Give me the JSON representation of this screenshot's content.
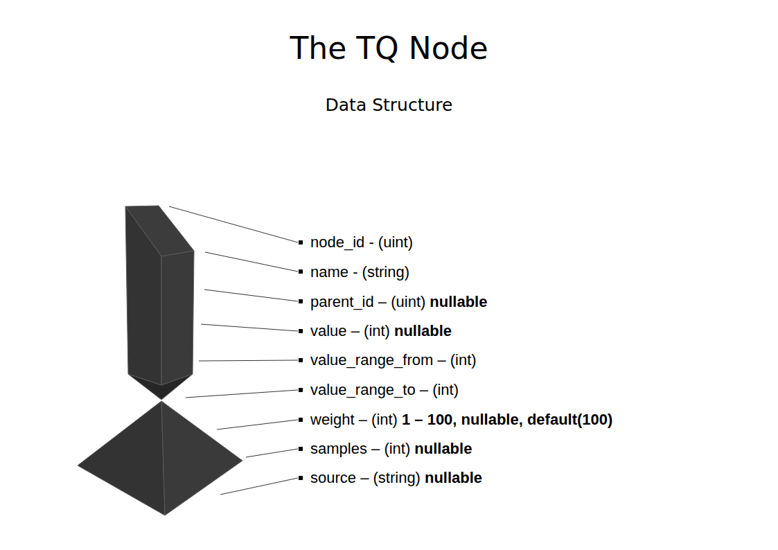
{
  "diagram": {
    "title": "The TQ Node",
    "labels": [
      "Data Structure",
      "node_id - (uint)",
      "name - (string)",
      "parent_id – (uint)",
      "nullable",
      "value – (int)",
      "nullable",
      "value_range_from – (int)",
      "value_range_to – (int)",
      "weight – (int)",
      "1 – 100, nullable, default(100)",
      "samples – (int)",
      "nullable",
      "source – (string)",
      "nullable"
    ]
  }
}
